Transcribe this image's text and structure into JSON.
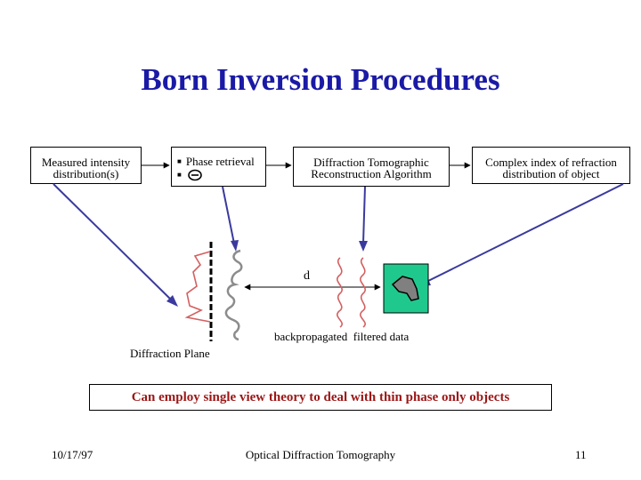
{
  "title": "Born Inversion Procedures",
  "boxes": {
    "measured": "Measured intensity distribution(s)",
    "phase_retrieval": "Phase retrieval",
    "reconstruction": "Diffraction Tomographic Reconstruction Algorithm",
    "output": "Complex index of refraction distribution of object"
  },
  "labels": {
    "distance": "d",
    "backpropagated": "backpropagated  filtered data",
    "diffraction_plane": "Diffraction Plane"
  },
  "banner": "Can employ single view theory to deal with thin phase only objects",
  "footer": {
    "date": "10/17/97",
    "course": "Optical Diffraction Tomography",
    "page": "11"
  },
  "colors": {
    "title": "#1a1aa6",
    "arrow": "#3a3a9e",
    "wave_red": "#d46060",
    "wave_gray": "#8c8c8c",
    "object_box": "#1fc98e",
    "object": "#808080",
    "banner_text": "#9c1616"
  }
}
